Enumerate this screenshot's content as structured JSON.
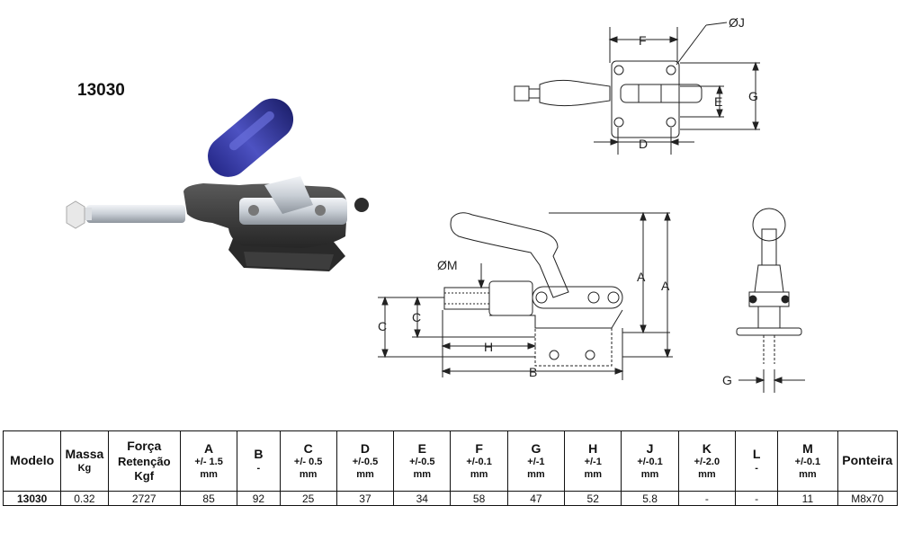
{
  "model_title": "13030",
  "diagram_labels": {
    "F": "F",
    "J": "ØJ",
    "E": "E",
    "G": "G",
    "D": "D",
    "M": "ØM",
    "A": "A",
    "C": "C",
    "H": "H",
    "B": "B"
  },
  "table": {
    "headers": [
      {
        "name": "Modelo",
        "tol": ""
      },
      {
        "name": "Massa",
        "tol": "Kg"
      },
      {
        "name": "Força",
        "tol": "Retenção\nKgf"
      },
      {
        "name": "A",
        "tol": "+/- 1.5\nmm"
      },
      {
        "name": "B",
        "tol": "-"
      },
      {
        "name": "C",
        "tol": "+/- 0.5\nmm"
      },
      {
        "name": "D",
        "tol": "+/-0.5\nmm"
      },
      {
        "name": "E",
        "tol": "+/-0.5\nmm"
      },
      {
        "name": "F",
        "tol": "+/-0.1\nmm"
      },
      {
        "name": "G",
        "tol": "+/-1\nmm"
      },
      {
        "name": "H",
        "tol": "+/-1\nmm"
      },
      {
        "name": "J",
        "tol": "+/-0.1\nmm"
      },
      {
        "name": "K",
        "tol": "+/-2.0\nmm"
      },
      {
        "name": "L",
        "tol": "-"
      },
      {
        "name": "M",
        "tol": "+/-0.1\nmm"
      },
      {
        "name": "Ponteira",
        "tol": ""
      }
    ],
    "rows": [
      [
        "13030",
        "0.32",
        "2727",
        "85",
        "92",
        "25",
        "37",
        "34",
        "58",
        "47",
        "52",
        "5.8",
        "-",
        "-",
        "11",
        "M8x70"
      ]
    ]
  },
  "colors": {
    "handle_grip": "#3a3fa3",
    "body": "#3b3b3b",
    "steel": "#c9cfd6",
    "line": "#222222"
  }
}
